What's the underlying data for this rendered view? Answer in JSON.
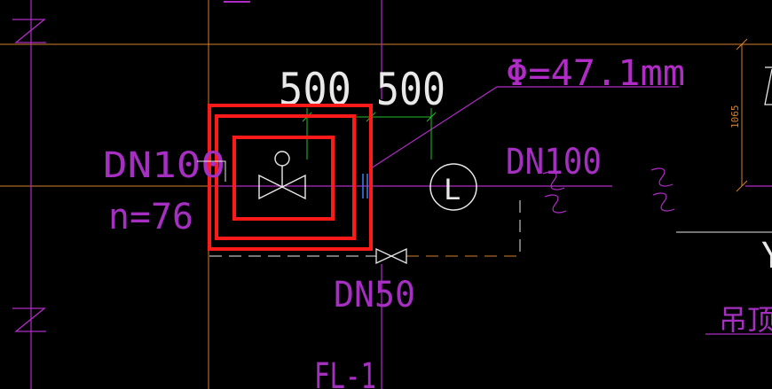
{
  "colors": {
    "background": "#000000",
    "magenta": "#b12cc7",
    "magentaText": "#a42fc0",
    "orange": "#d8802e",
    "white": "#e9e9e9",
    "green": "#25c02c",
    "red": "#ff1a1a",
    "blue": "#2d7cf0"
  },
  "labels": {
    "dim_left": "500",
    "dim_right": "500",
    "phi": "Φ=47.1mm",
    "dn_left": "DN100",
    "n_value": "n=76",
    "dn_right": "DN100",
    "dn_small": "DN50",
    "dim_vertical": "1065",
    "fl": "FL-1",
    "ceiling": "吊顶",
    "circle_letter": "L",
    "edge_top": "Z",
    "edge_bottom": "Y",
    "grid_marker_top": "Z",
    "grid_marker_bottom": "Z"
  }
}
